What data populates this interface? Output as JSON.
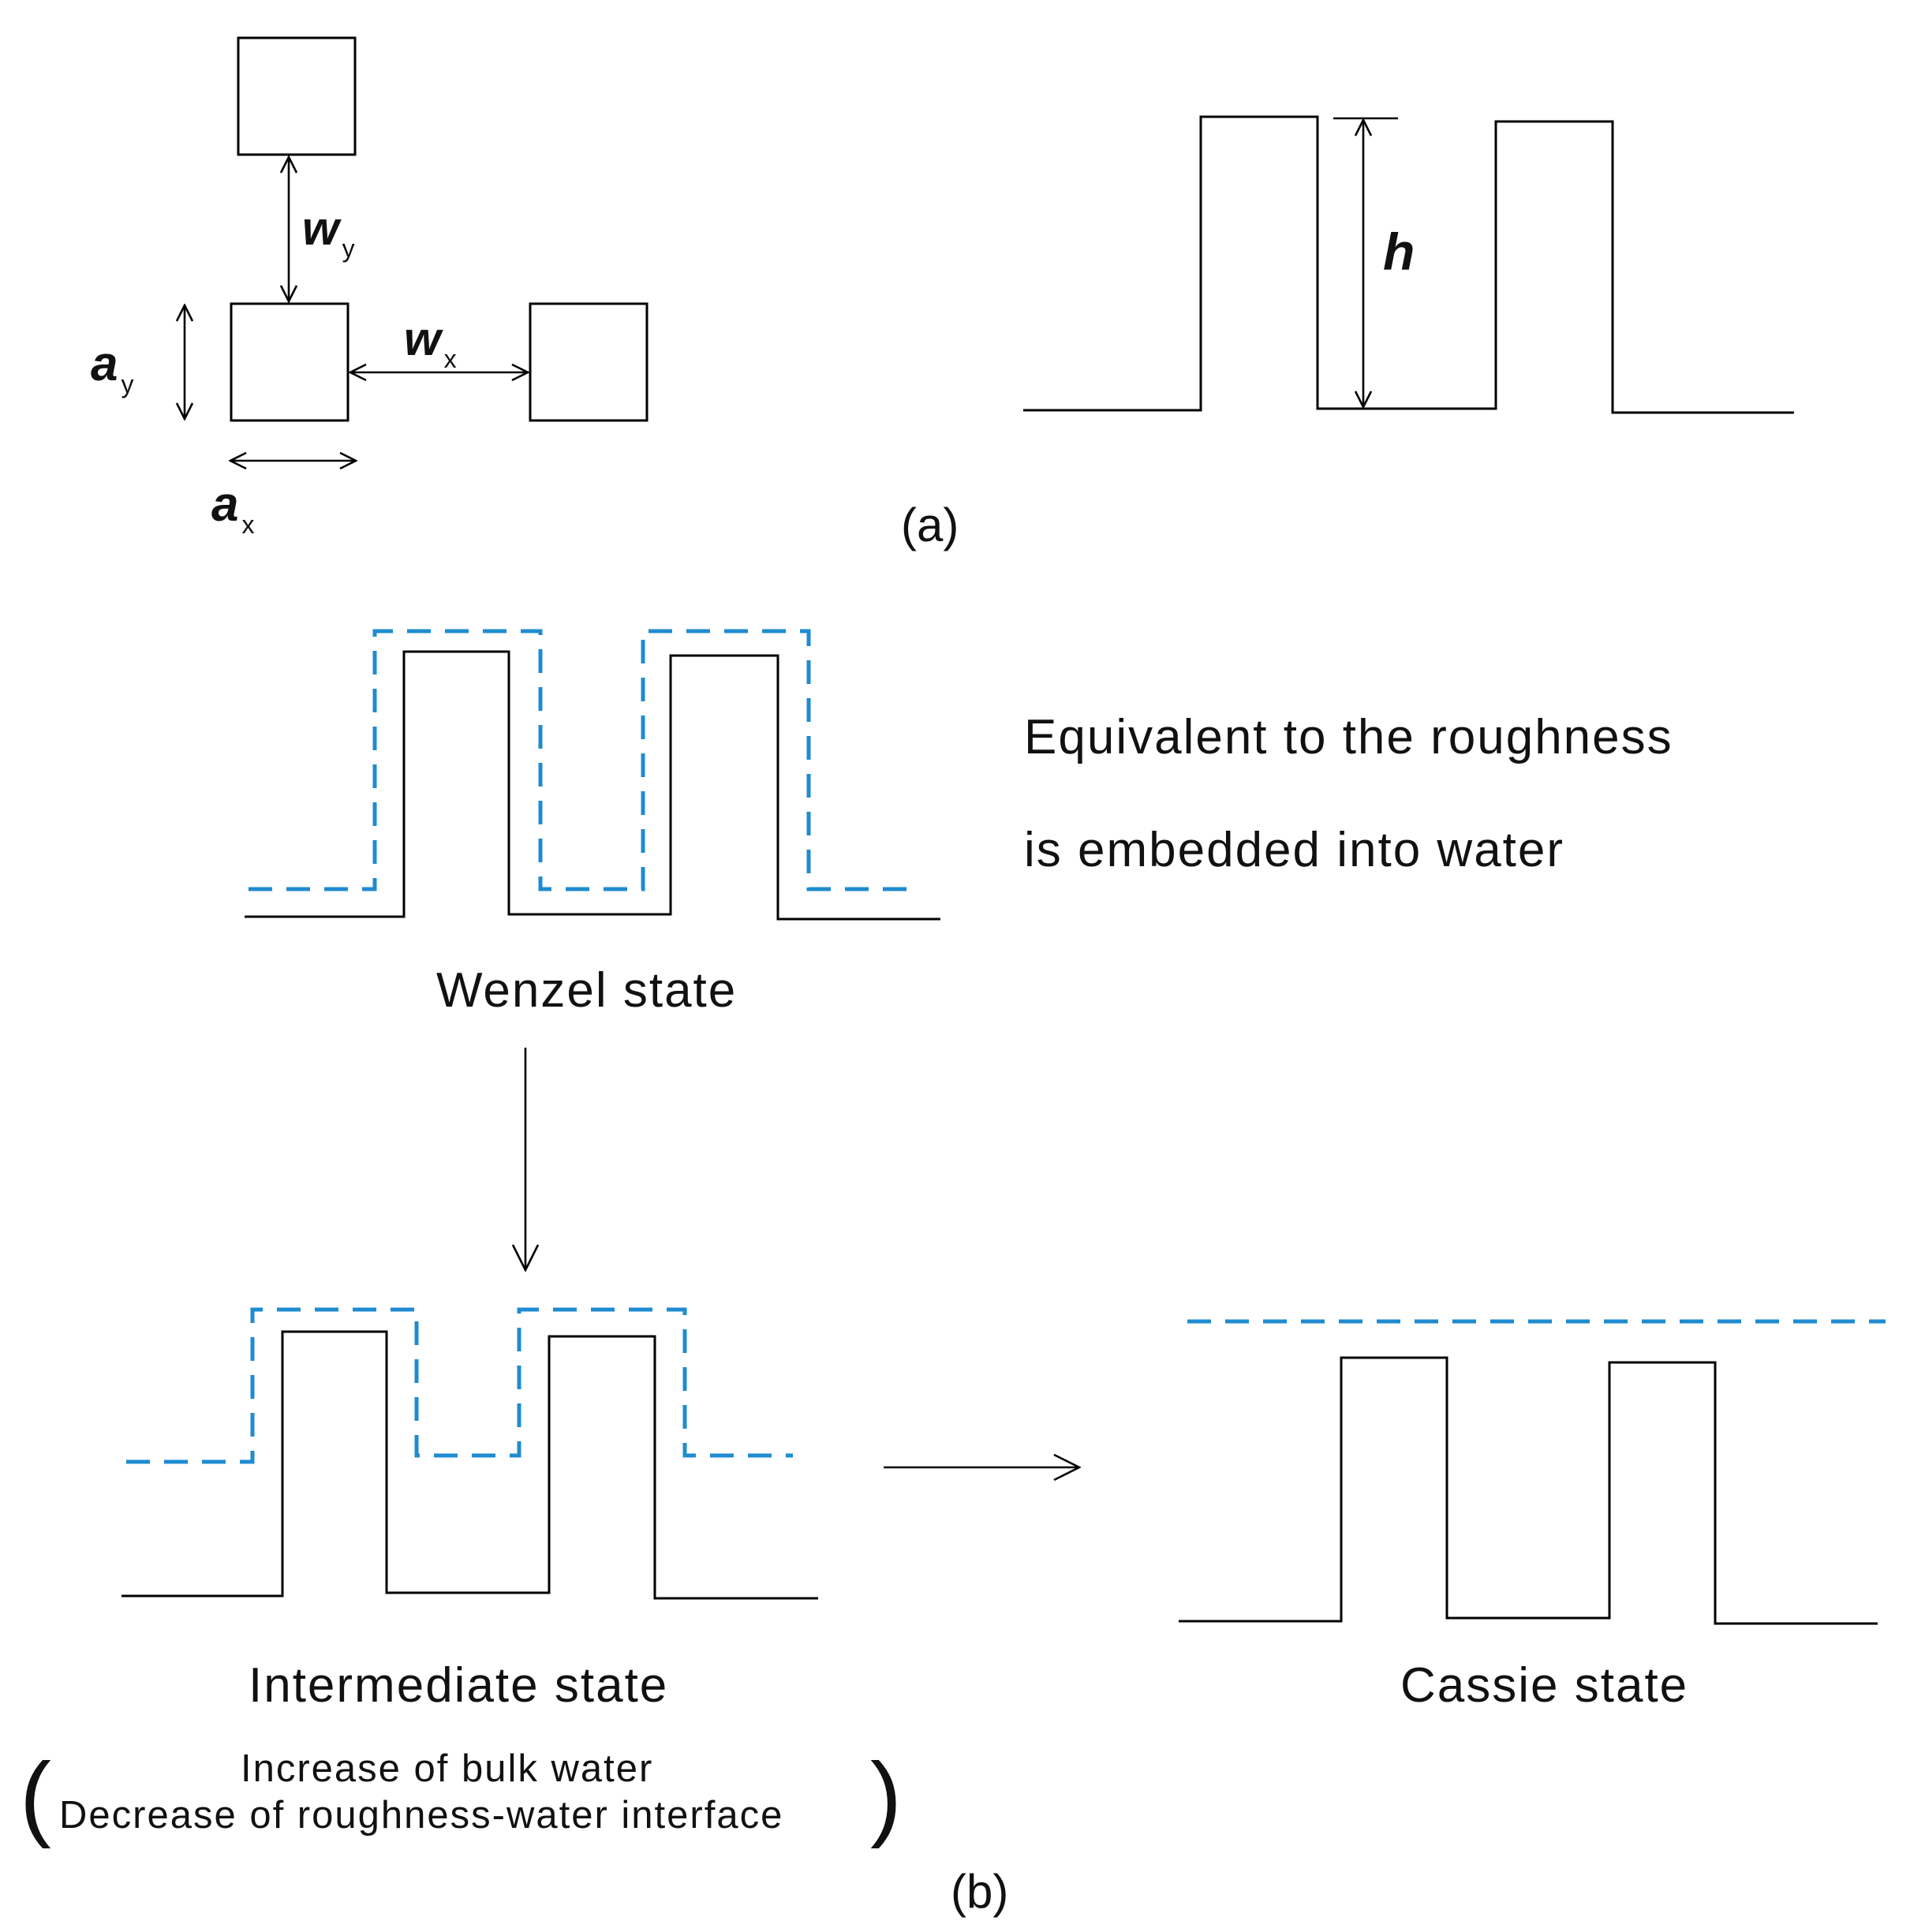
{
  "panel_a": {
    "label": "(a)",
    "symbols": {
      "a_y": {
        "main": "a",
        "sub": "y"
      },
      "a_x": {
        "main": "a",
        "sub": "x"
      },
      "w_y": {
        "main": "w",
        "sub": "y"
      },
      "w_x": {
        "main": "w",
        "sub": "x"
      },
      "h": "h"
    }
  },
  "panel_b": {
    "label": "(b)",
    "note_right": {
      "line1": "Equivalent to the roughness",
      "line2": "is embedded into water"
    },
    "wenzel_label": "Wenzel state",
    "intermediate_label": "Intermediate state",
    "intermediate_note": {
      "open": "(",
      "line1": "Increase of bulk water",
      "line2": "Decrease of roughness-water interface",
      "close": ")"
    },
    "cassie_label": "Cassie state"
  },
  "colors": {
    "surface_line": "#000000",
    "water_line": "#1f8bd0",
    "background": "#ffffff"
  }
}
